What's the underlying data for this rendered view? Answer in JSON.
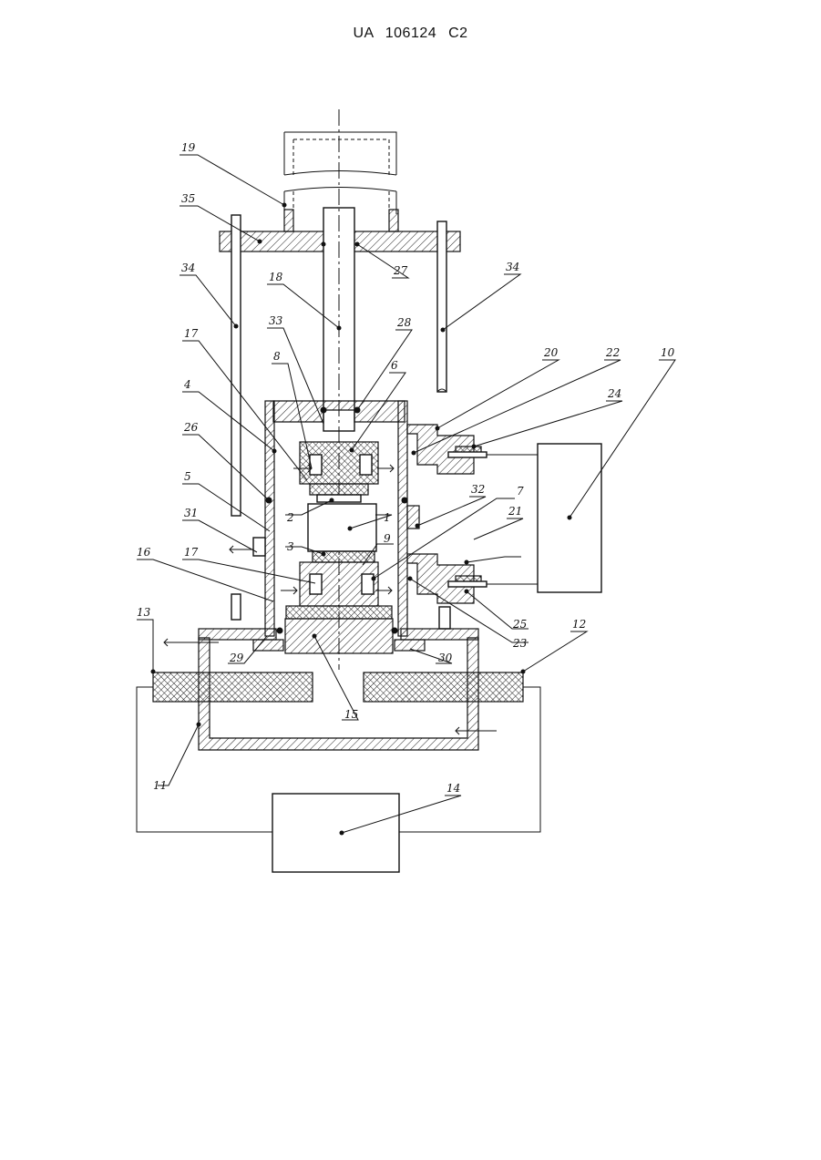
{
  "header": {
    "patent": "UA   106124   C2"
  },
  "labels": {
    "l1": "1",
    "l2": "2",
    "l3": "3",
    "l4": "4",
    "l5": "5",
    "l6": "6",
    "l7": "7",
    "l8": "8",
    "l9": "9",
    "l10": "10",
    "l11": "11",
    "l12": "12",
    "l13": "13",
    "l14": "14",
    "l15": "15",
    "l16": "16",
    "l17a": "17",
    "l17b": "17",
    "l18": "18",
    "l19": "19",
    "l20": "20",
    "l21": "21",
    "l22": "22",
    "l23": "23",
    "l24": "24",
    "l25": "25",
    "l26": "26",
    "l27": "27",
    "l28": "28",
    "l29": "29",
    "l30": "30",
    "l31": "31",
    "l32": "32",
    "l33": "33",
    "l34a": "34",
    "l34b": "34",
    "l35": "35"
  }
}
